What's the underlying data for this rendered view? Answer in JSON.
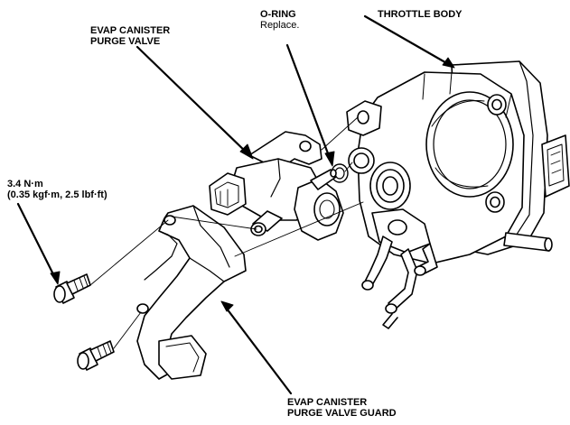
{
  "labels": {
    "purge_valve": {
      "line1": "EVAP CANISTER",
      "line2": "PURGE VALVE"
    },
    "o_ring": {
      "title": "O-RING",
      "note": "Replace."
    },
    "throttle_body": {
      "title": "THROTTLE BODY"
    },
    "torque": {
      "line1": "3.4 N·m",
      "line2": "(0.35 kgf·m, 2.5 lbf·ft)"
    },
    "valve_guard": {
      "line1": "EVAP CANISTER",
      "line2": "PURGE VALVE GUARD"
    }
  }
}
